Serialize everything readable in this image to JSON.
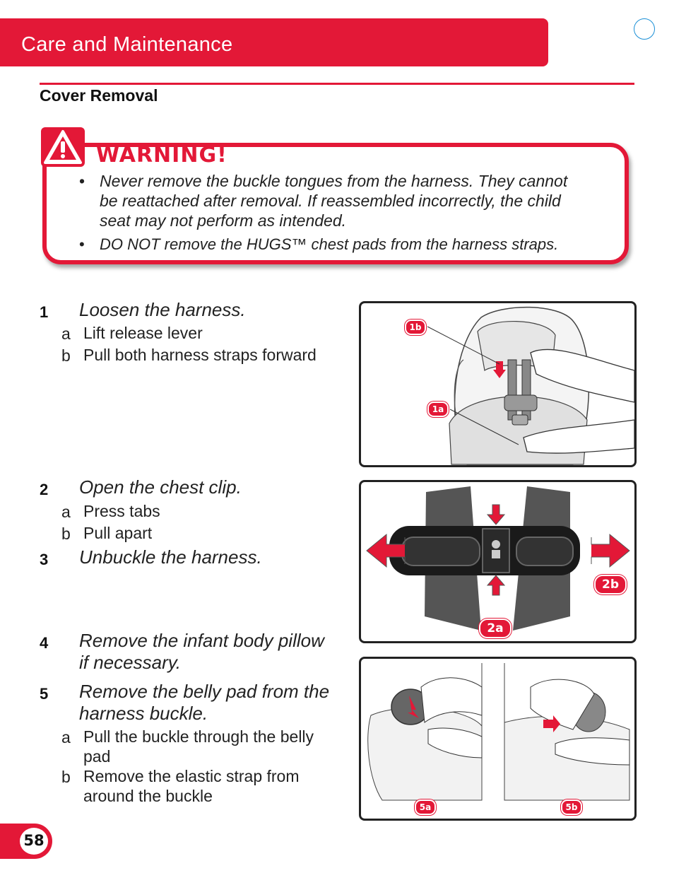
{
  "header": {
    "title": "Care and Maintenance"
  },
  "section": {
    "title": "Cover Removal"
  },
  "warning": {
    "heading": "WARNING!",
    "bullet": "•",
    "items": [
      "Never remove the buckle tongues from the harness. They cannot",
      "be reattached after removal. If reassembled incorrectly, the child",
      "seat may not perform as intended.",
      "DO NOT remove the HUGS™ chest pads from the harness straps."
    ]
  },
  "steps": [
    {
      "num": "1",
      "title": "Loosen the harness.",
      "subs": [
        {
          "letter": "a",
          "text": "Lift release lever"
        },
        {
          "letter": "b",
          "text": "Pull both harness straps forward"
        }
      ]
    },
    {
      "num": "2",
      "title": "Open the chest clip.",
      "subs": [
        {
          "letter": "a",
          "text": "Press tabs"
        },
        {
          "letter": "b",
          "text": "Pull apart"
        }
      ]
    },
    {
      "num": "3",
      "title": "Unbuckle the harness."
    },
    {
      "num": "4",
      "title_lines": [
        "Remove the infant body pillow",
        "if necessary."
      ]
    },
    {
      "num": "5",
      "title_lines": [
        "Remove the belly pad from the",
        "harness buckle."
      ],
      "subs": [
        {
          "letter": "a",
          "lines": [
            "Pull the buckle through the belly",
            "pad"
          ]
        },
        {
          "letter": "b",
          "lines": [
            "Remove the elastic strap from",
            "around the buckle"
          ]
        }
      ]
    }
  ],
  "figures": {
    "fig1": {
      "labels": [
        "1b",
        "1a"
      ]
    },
    "fig2": {
      "labels": [
        "2b",
        "2a"
      ]
    },
    "fig3": {
      "labels": [
        "5a",
        "5b"
      ]
    }
  },
  "page_number": "58",
  "colors": {
    "accent": "#e31837",
    "outline": "#222222"
  }
}
